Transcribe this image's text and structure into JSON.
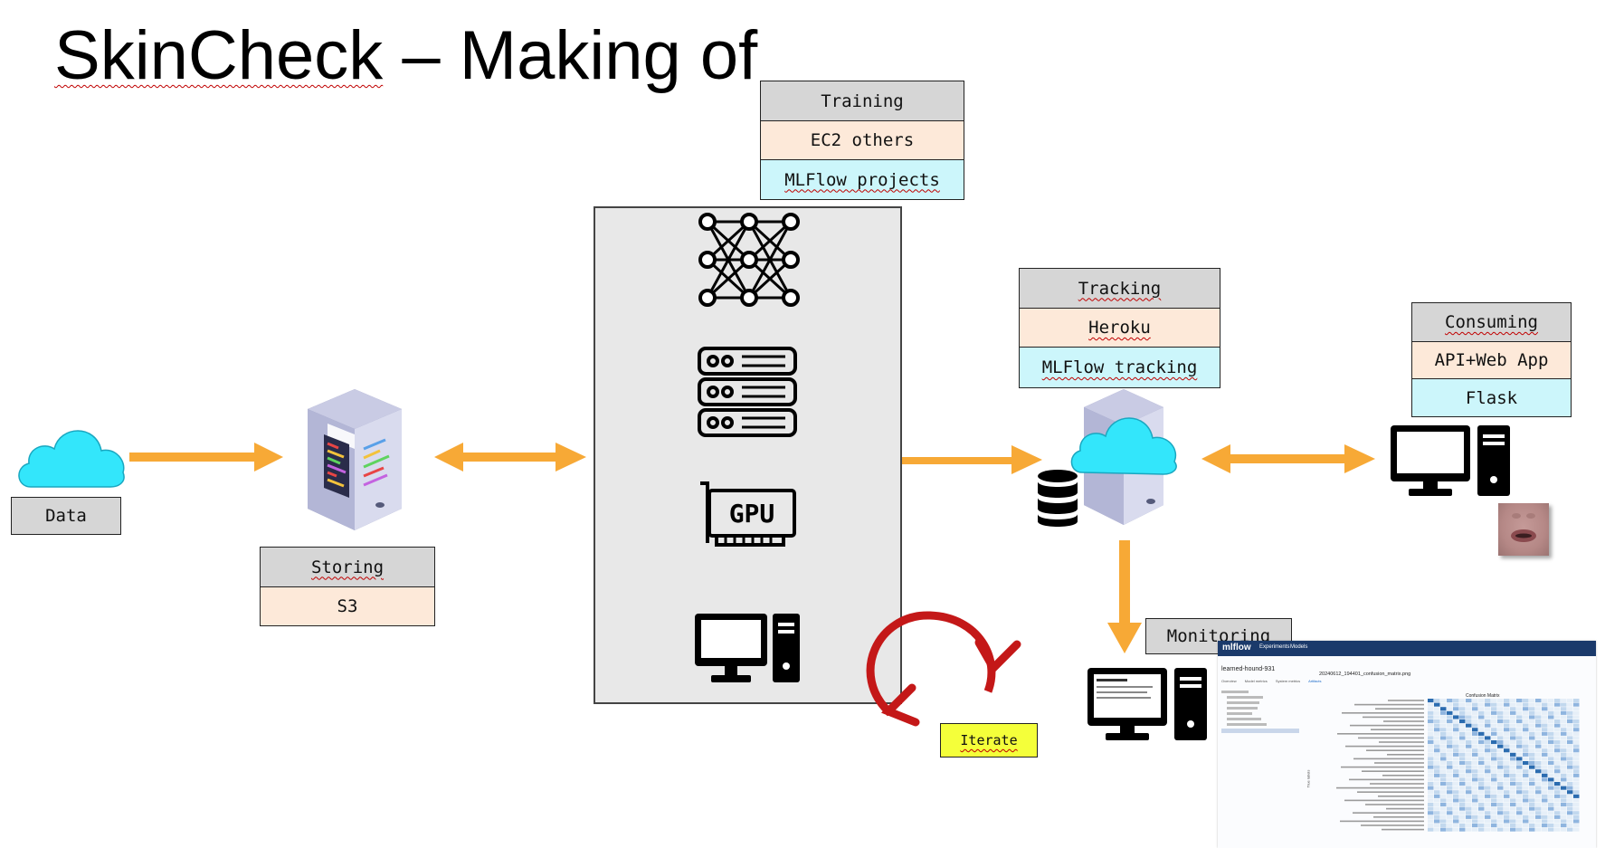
{
  "title": {
    "brand": "SkinCheck",
    "rest": " – Making of"
  },
  "data_node": {
    "label": "Data",
    "icon": "cloud-icon"
  },
  "storing": {
    "header": "Storing",
    "rows": [
      "S3"
    ],
    "icon": "server-icon"
  },
  "training": {
    "header": "Training",
    "rows": [
      "EC2 others",
      "MLFlow projects"
    ],
    "icons": [
      "neural-network-icon",
      "server-rack-icon",
      "gpu-icon",
      "computer-icon"
    ]
  },
  "tracking": {
    "header": "Tracking",
    "rows": [
      "Heroku",
      "MLFlow tracking"
    ],
    "icons": [
      "cloud-server-icon",
      "database-icon"
    ]
  },
  "consuming": {
    "header": "Consuming",
    "rows": [
      "API+Web App",
      "Flask"
    ],
    "icons": [
      "computer-icon",
      "face-photo"
    ]
  },
  "monitoring": {
    "label": "Monitoring",
    "icon": "computer-icon"
  },
  "iterate": {
    "label": "Iterate",
    "icon": "cycle-icon"
  },
  "colors": {
    "arrow": "#f7a936",
    "cloud": "#33e6fb",
    "cycle": "#c41818",
    "header_gray": "#d6d6d6",
    "peach": "#fde9d9",
    "cyan": "#ccf6fb",
    "iterate_yellow": "#f4ff3a",
    "mlflow_nav": "#1b3a6b"
  },
  "mlflow_screenshot": {
    "logo": "mlflow",
    "nav": [
      "Experiments",
      "Models"
    ],
    "run_name": "learned-hound-931",
    "tabs": [
      "Overview",
      "Model metrics",
      "System metrics",
      "Artifacts"
    ],
    "file_name": "20240612_194401_confusion_matrix.png",
    "chart_title": "Confusion Matrix",
    "y_axis_label": "True labels"
  }
}
